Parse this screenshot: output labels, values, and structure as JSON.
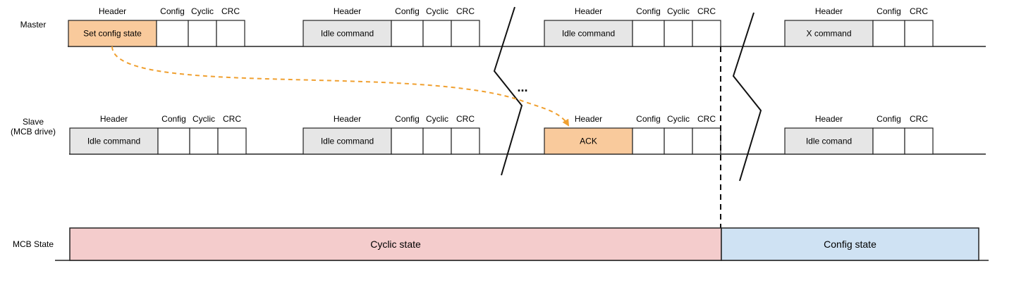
{
  "colors": {
    "orange_fill": "#F9CA9C",
    "orange_arrow": "#F0A030",
    "gray_fill": "#E6E6E6",
    "cyclic_state_fill": "#F4CCCC",
    "config_state_fill": "#CFE2F3",
    "line": "#222222"
  },
  "rows": {
    "master": {
      "label": "Master"
    },
    "slave": {
      "label_line1": "Slave",
      "label_line2": "(MCB drive)"
    },
    "state": {
      "label": "MCB State"
    }
  },
  "frames": {
    "master": [
      {
        "command": "Set config state",
        "highlight": true,
        "labels": [
          "Header",
          "Config",
          "Cyclic",
          "CRC"
        ]
      },
      {
        "command": "Idle command",
        "highlight": false,
        "labels": [
          "Header",
          "Config",
          "Cyclic",
          "CRC"
        ]
      },
      {
        "command": "Idle command",
        "highlight": false,
        "labels": [
          "Header",
          "Config",
          "Cyclic",
          "CRC"
        ]
      },
      {
        "command": "X command",
        "highlight": false,
        "labels": [
          "Header",
          "Config",
          "CRC"
        ]
      }
    ],
    "slave": [
      {
        "command": "Idle command",
        "highlight": false,
        "labels": [
          "Header",
          "Config",
          "Cyclic",
          "CRC"
        ]
      },
      {
        "command": "Idle command",
        "highlight": false,
        "labels": [
          "Header",
          "Config",
          "Cyclic",
          "CRC"
        ]
      },
      {
        "command": "ACK",
        "highlight": true,
        "labels": [
          "Header",
          "Config",
          "Cyclic",
          "CRC"
        ]
      },
      {
        "command": "Idle comand",
        "highlight": false,
        "labels": [
          "Header",
          "Config",
          "CRC"
        ]
      }
    ]
  },
  "ellipsis": "...",
  "states": {
    "cyclic": "Cyclic state",
    "config": "Config state"
  }
}
